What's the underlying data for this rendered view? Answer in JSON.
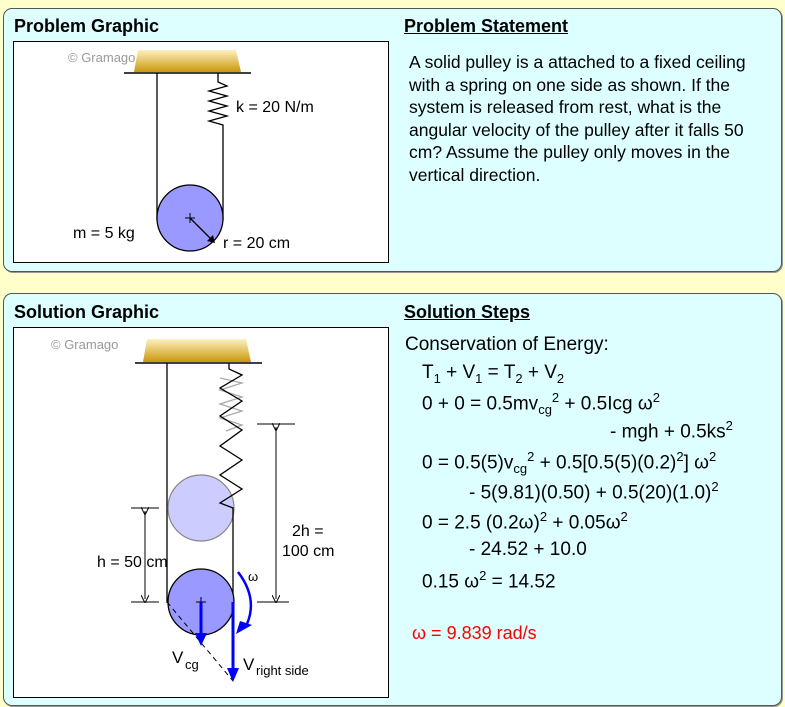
{
  "problem": {
    "graphic_title": "Problem Graphic",
    "statement_title": "Problem Statement",
    "statement": "A solid pulley is a attached to a fixed ceiling with a spring on one side as shown. If the system is released from rest, what is the angular velocity of the pulley after it falls 50 cm? Assume the pulley only moves in the vertical direction.",
    "watermark": "© Gramago",
    "k_label": "k = 20 N/m",
    "m_label": "m  = 5 kg",
    "r_label": "r = 20 cm"
  },
  "solution": {
    "graphic_title": "Solution Graphic",
    "steps_title": "Solution Steps",
    "watermark": "© Gramago",
    "h_label": "h = 50 cm",
    "twoh_label1": "2h =",
    "twoh_label2": "100 cm",
    "omega": "ω",
    "vcg": "V",
    "vcg_sub": "cg",
    "vright": "V",
    "vright_sub": "right side",
    "steps": {
      "s0": "Conservation of Energy:",
      "s1a": "T",
      "s1b": "1",
      "s1c": " + V",
      "s1d": "1",
      "s1e": " = T",
      "s1f": "2",
      "s1g": " + V",
      "s1h": "2",
      "s2a": "0 + 0 = 0.5mv",
      "s2b": "cg",
      "s2c": "2",
      "s2d": " + 0.5Icg ω",
      "s2e": "2",
      "s3a": "- mgh + 0.5ks",
      "s3b": "2",
      "s4a": "0 = 0.5(5)v",
      "s4b": "cg",
      "s4c": "2",
      "s4d": " + 0.5[0.5(5)(0.2)",
      "s4e": "2",
      "s4f": "] ω",
      "s4g": "2",
      "s5a": "- 5(9.81)(0.50) + 0.5(20)(1.0)",
      "s5b": "2",
      "s6a": "0 = 2.5 (0.2ω)",
      "s6b": "2",
      "s6c": " + 0.05ω",
      "s6d": "2",
      "s7": "- 24.52 + 10.0",
      "s8a": "0.15 ω",
      "s8b": "2",
      "s8c": " = 14.52",
      "answer": "ω = 9.839 rad/s"
    },
    "answer_color": "#FF0000"
  }
}
